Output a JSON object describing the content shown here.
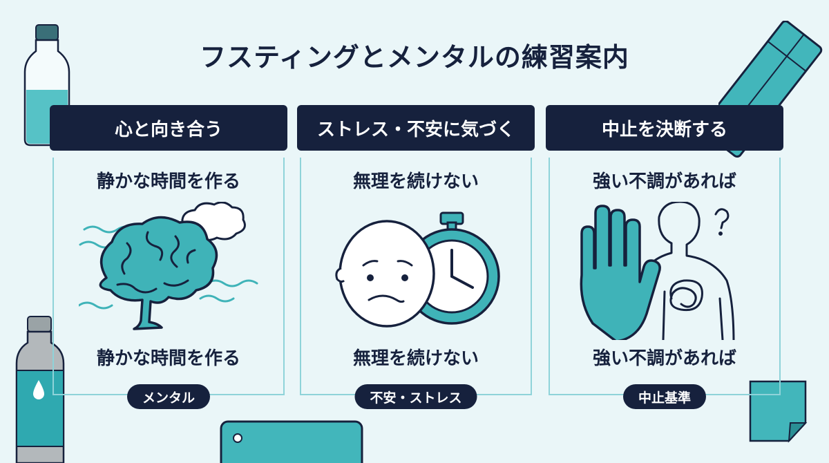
{
  "title": "フスティングとメンタルの練習案内",
  "columns": [
    {
      "header": "心と向き合う",
      "sub_top": "静かな時間を作る",
      "sub_bottom": "静かな時間を作る",
      "badge": "メンタル",
      "icon": "brain-icon"
    },
    {
      "header": "ストレス・不安に気づく",
      "sub_top": "無理を続けない",
      "sub_bottom": "無理を続けない",
      "badge": "不安・ストレス",
      "icon": "worried-face-stopwatch-icon"
    },
    {
      "header": "中止を決断する",
      "sub_top": "強い不調があれば",
      "sub_bottom": "強い不調があれば",
      "badge": "中止基準",
      "icon": "stop-hand-person-icon"
    }
  ],
  "colors": {
    "navy": "#16213d",
    "teal": "#3fb3b8",
    "line": "#8fd3d9",
    "background": "#eaf6f8"
  }
}
